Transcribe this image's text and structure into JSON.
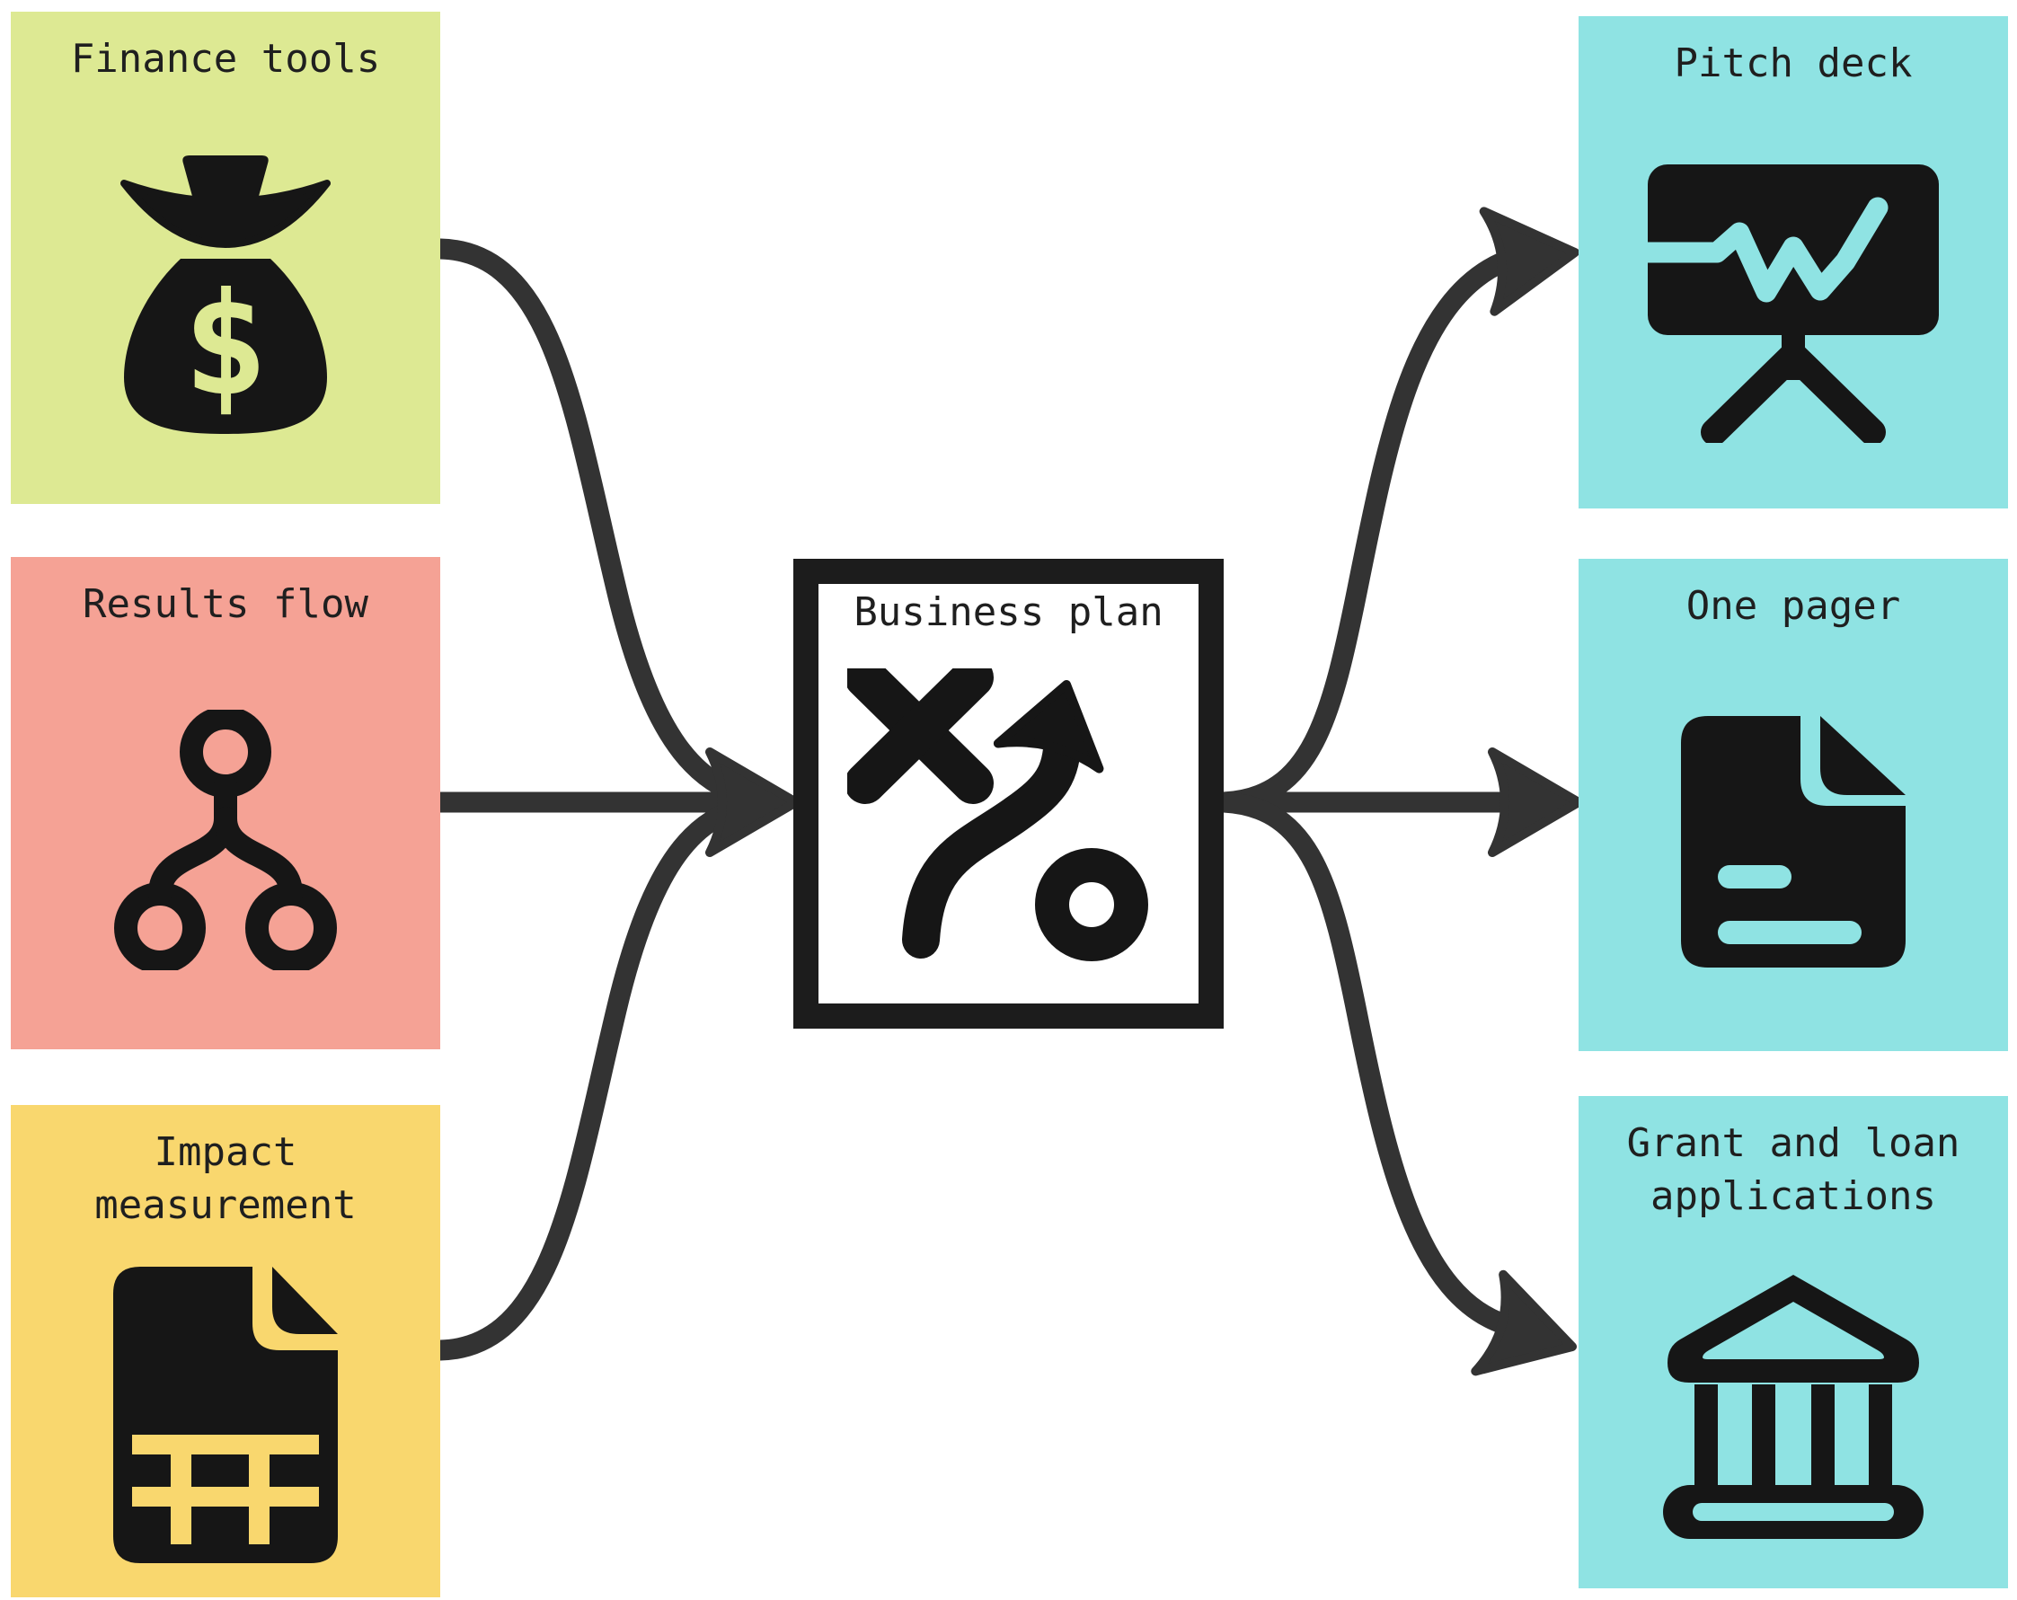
{
  "background": "#ffffff",
  "text_color": "#1f1f1f",
  "icon_color": "#161616",
  "arrows": {
    "color": "#333333"
  },
  "center_node": {
    "label": "Business plan",
    "bg": "#ffffff",
    "border_color": "#1c1c1c",
    "icon": "strategy-icon"
  },
  "input_nodes": [
    {
      "label": "Finance tools",
      "bg": "#dde993",
      "icon": "money-bag-icon"
    },
    {
      "label": "Results flow",
      "bg": "#f5a295",
      "icon": "branch-icon"
    },
    {
      "label": "Impact measurement",
      "bg": "#f9d76e",
      "icon": "spreadsheet-document-icon"
    }
  ],
  "output_nodes": [
    {
      "label": "Pitch deck",
      "bg": "#8fe3e3",
      "icon": "presentation-chart-icon"
    },
    {
      "label": "One pager",
      "bg": "#8fe3e3",
      "icon": "document-icon"
    },
    {
      "label": "Grant and loan applications",
      "bg": "#8fe3e3",
      "icon": "bank-icon"
    }
  ],
  "edges": [
    {
      "from": "Finance tools",
      "to": "Business plan"
    },
    {
      "from": "Results flow",
      "to": "Business plan"
    },
    {
      "from": "Impact measurement",
      "to": "Business plan"
    },
    {
      "from": "Business plan",
      "to": "Pitch deck"
    },
    {
      "from": "Business plan",
      "to": "One pager"
    },
    {
      "from": "Business plan",
      "to": "Grant and loan applications"
    }
  ]
}
